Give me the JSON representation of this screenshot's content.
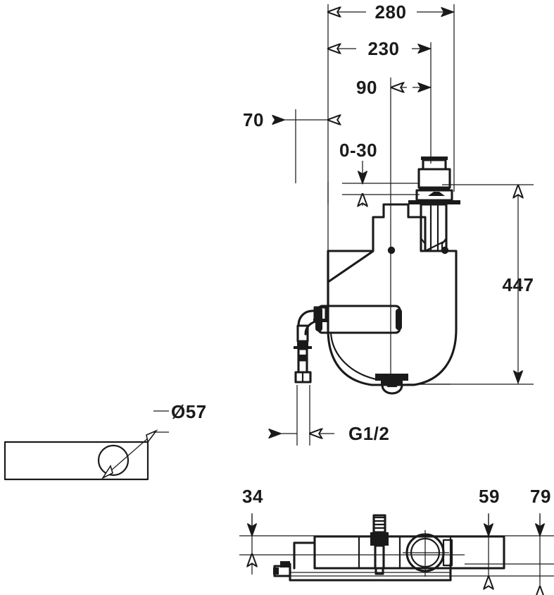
{
  "drawing": {
    "type": "technical-dimension-drawing",
    "subject": "concealed toilet cistern side elevation, section detail and plan view",
    "units": "mm",
    "line_color": "#1a1a1a",
    "background_color": "#ffffff"
  },
  "dimensions": {
    "overall_width": "280",
    "inner_width": "230",
    "valve_offset": "90",
    "wall_offset": "70",
    "adjust_range": "0-30",
    "overall_height": "447",
    "thread_size": "G1/2",
    "bore_diameter": "Ø57",
    "plan_depth_a": "34",
    "plan_depth_b": "59",
    "plan_depth_c": "79"
  },
  "views": {
    "elevation_label": "side-elevation-view",
    "detail_label": "bore-detail-view",
    "plan_label": "plan-section-view"
  },
  "labels": [
    {
      "id": "dim-280",
      "text": "280"
    },
    {
      "id": "dim-230",
      "text": "230"
    },
    {
      "id": "dim-90",
      "text": "90"
    },
    {
      "id": "dim-70",
      "text": "70"
    },
    {
      "id": "dim-0-30",
      "text": "0-30"
    },
    {
      "id": "dim-447",
      "text": "447"
    },
    {
      "id": "dim-g12",
      "text": "G1/2"
    },
    {
      "id": "dim-d57",
      "text": "Ø57"
    },
    {
      "id": "dim-34",
      "text": "34"
    },
    {
      "id": "dim-59",
      "text": "59"
    },
    {
      "id": "dim-79",
      "text": "79"
    }
  ]
}
